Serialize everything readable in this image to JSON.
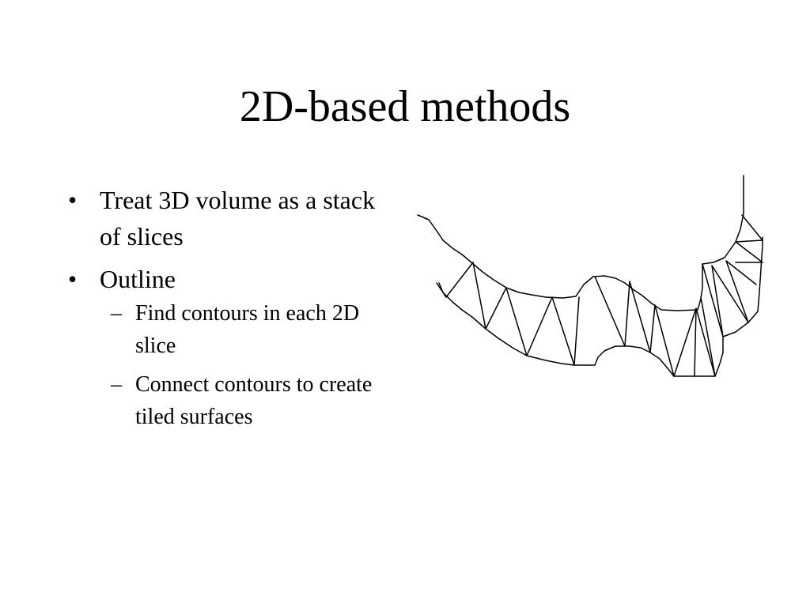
{
  "slide": {
    "title": "2D-based methods",
    "bullets": [
      {
        "marker": "•",
        "text": "Treat 3D volume as a stack of slices"
      },
      {
        "marker": "•",
        "text": "Outline"
      }
    ],
    "sub_bullets": [
      {
        "marker": "–",
        "text": "Find contours in each 2D slice"
      },
      {
        "marker": "–",
        "text": "Connect contours to create tiled surfaces"
      }
    ]
  },
  "figure": {
    "name": "tiled contour surface illustration",
    "stroke_color": "#000000"
  }
}
